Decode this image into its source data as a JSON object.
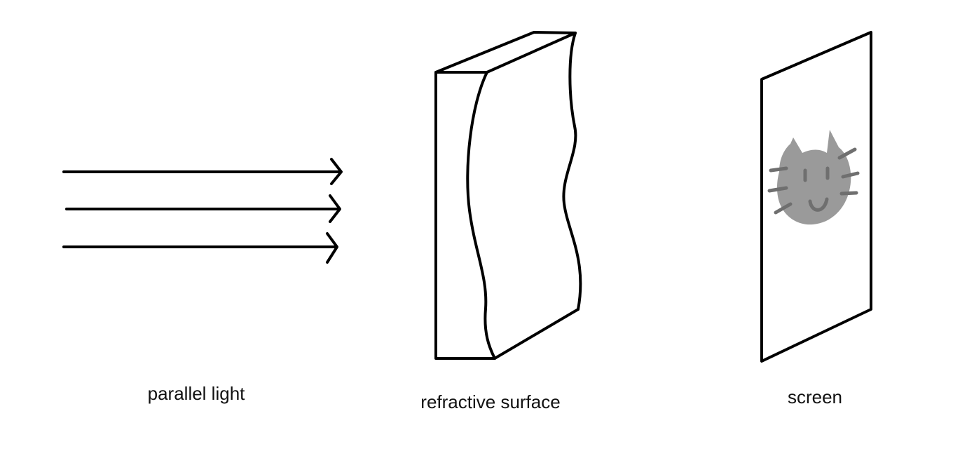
{
  "labels": {
    "parallel_light": "parallel light",
    "refractive_surface": "refractive surface",
    "screen": "screen"
  },
  "colors": {
    "outline": "#000000",
    "projected_image_fill": "#9a9a9a",
    "projected_image_lines": "#6f6f6f",
    "background": "#ffffff"
  },
  "icons": {
    "projected_image": "cat-face-icon"
  }
}
